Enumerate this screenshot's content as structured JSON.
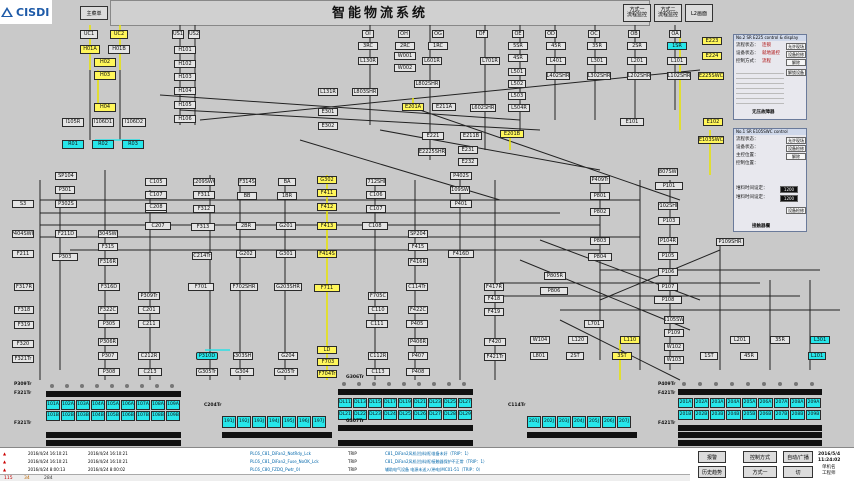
{
  "header": {
    "logo": "CISDI",
    "menu_button": "主菜单",
    "title": "智能物流系统",
    "flow1_l1": "方式一",
    "flow1_l2": "流程监控",
    "flow2_l1": "方式二",
    "flow2_l2": "流程监控",
    "l2": "L2画面"
  },
  "boxes": [
    "UC1",
    "UC2",
    "H01A",
    "H01B",
    "H02",
    "H03",
    "H04",
    "I105R",
    "I106D1",
    "I106D2",
    "R01",
    "R02",
    "R03",
    "US1",
    "US2",
    "H101",
    "H102",
    "H103",
    "H104",
    "H105",
    "H106",
    "OI",
    "OH",
    "OG",
    "OF",
    "OE",
    "3RC",
    "2RC",
    "1RC",
    "5SR",
    "4SR",
    "L130R",
    "L601R",
    "L701R",
    "L501",
    "L502",
    "L503",
    "L504R",
    "L131R",
    "L803SHR",
    "L802SHR",
    "L602SHR",
    "E301",
    "E302",
    "E201A",
    "E211A",
    "E201B",
    "E221",
    "E211B",
    "E2225SHR",
    "E231",
    "E232",
    "W001",
    "W002",
    "45R",
    "35R",
    "2SR",
    "1SR",
    "OD",
    "OC",
    "OB",
    "OA",
    "L401",
    "L402SHR",
    "L301",
    "L302SHR",
    "L201",
    "L202SHR",
    "L101",
    "L102SHR",
    "E101",
    "E102",
    "E103SWC",
    "E223",
    "E224",
    "E225SWC",
    "S3",
    "SP104",
    "P301",
    "P302S",
    "C105",
    "C107",
    "C206",
    "C207",
    "C208",
    "C209SWC",
    "F311",
    "F312",
    "F313",
    "F314S",
    "BA",
    "BB",
    "1BR",
    "2BR",
    "G201",
    "G202",
    "G301",
    "G302",
    "F411",
    "F412",
    "F413",
    "F414S",
    "F711",
    "F712SHR",
    "C106",
    "C107",
    "C108",
    "C109SWC",
    "P401",
    "P402S",
    "SP204",
    "F415",
    "F416R",
    "F416D",
    "P404SWC",
    "F211",
    "F211D",
    "P303",
    "P304SWC",
    "F315",
    "F316R",
    "F316D",
    "F317R",
    "F318",
    "F319",
    "F320",
    "F321Tr",
    "F322C",
    "P305",
    "P306R",
    "P307",
    "P308",
    "P309Tr",
    "C201",
    "C211",
    "C212R",
    "C213",
    "C214Tr",
    "F701",
    "F702SHR",
    "G203SHR",
    "G303SHR",
    "G204",
    "G304",
    "G205Tr",
    "G305Tr",
    "P310D",
    "LD",
    "F703",
    "F704Tr",
    "F705C",
    "C110",
    "C111",
    "C112R",
    "C113",
    "C114Tr",
    "F417R",
    "F418",
    "F419",
    "F420",
    "F421Tr",
    "F422C",
    "P405",
    "P406R",
    "P407",
    "P408",
    "P409Tr",
    "P801",
    "P802",
    "P803",
    "P804",
    "P805R",
    "P806",
    "P807SWC",
    "P101",
    "P102SHR",
    "P103",
    "P104R",
    "P105",
    "P106",
    "P107",
    "P108",
    "P109SHR",
    "P1105SWC",
    "P109",
    "W102",
    "W103",
    "W104",
    "L120",
    "L110",
    "L701",
    "L801",
    "2ST",
    "3ST",
    "1ST",
    "45R",
    "35R",
    "L201",
    "L301",
    "L101",
    "1SR"
  ],
  "panel1": {
    "title": "No.2 SR E225 control & display",
    "rows": [
      "流程状态：",
      "设备状态：",
      "控制方式："
    ],
    "vals": [
      "连锁",
      "就地遥控",
      "流程"
    ],
    "side": [
      "允许现场",
      "设备检修",
      "解除",
      "解锁设备"
    ],
    "footer": "无压故障器"
  },
  "panel2": {
    "title": "No.1 SR E105SWC control",
    "rows": [
      "流程状态：",
      "设备状态：",
      "主控位置：",
      "控制位置："
    ],
    "set1": "堆料时间设定：",
    "v1": "1200",
    "set2": "堆料时间设定：",
    "v2": "1200",
    "side": [
      "允许现场",
      "设备检修",
      "解除",
      "设备检修"
    ],
    "footer": "接触器欄"
  },
  "bins": {
    "left_top": [
      "101A",
      "102A",
      "103A",
      "104A",
      "105A",
      "106A",
      "107A",
      "108A",
      "109A"
    ],
    "left_bot": [
      "101B",
      "102B",
      "103B",
      "104B",
      "105B",
      "106B",
      "107B",
      "108B",
      "109B"
    ],
    "mid": [
      "191J",
      "192J",
      "193J",
      "194J",
      "195J",
      "196J",
      "197J"
    ],
    "dl_top": [
      "DL11",
      "DL13",
      "DL15",
      "DL17",
      "DL19",
      "DL21",
      "DL23",
      "DL25",
      "DL27"
    ],
    "dl_bot": [
      "DL21",
      "DL22",
      "DL23",
      "DL24",
      "DL25",
      "DL26",
      "DL27",
      "DL28",
      "DL29"
    ],
    "right_mid": [
      "201J",
      "202J",
      "203J",
      "204J",
      "205J",
      "206J",
      "207J"
    ],
    "right_top": [
      "201A",
      "202A",
      "203A",
      "204A",
      "205A",
      "206A",
      "207A",
      "208A",
      "209A"
    ],
    "right_bot": [
      "201B",
      "202B",
      "203B",
      "204B",
      "205B",
      "206B",
      "207B",
      "208B",
      "209B"
    ]
  },
  "rail_labels": [
    "P309Tr",
    "F321Tr",
    "F321Tr",
    "C204Tr",
    "G306Tr",
    "F704Tr",
    "G307Tr",
    "F704Tr",
    "C114Tr",
    "P409Tr",
    "F421Tr",
    "F421Tr"
  ],
  "alarms": [
    {
      "date": "2016/4/24 16:10:21",
      "date2": "2016/4/24 16:10:21",
      "tag": "PLC6_C81_DiFan2_NotRdy_Lck",
      "type": "TRIP",
      "msg": "C81_DiFan2风机(拉料线)准备未好（TRIP：1）"
    },
    {
      "date": "2016/4/24 16:10:21",
      "date2": "2016/4/24 16:10:21",
      "tag": "PLC6_C81_DiFan2_Fuse_NoOK_Lck",
      "type": "TRIP",
      "msg": "C81_DiFan2风机(拉料线)接触器保护不正常（TRIP：1）"
    },
    {
      "date": "2016/4/24 8:00:13",
      "date2": "2016/4/24 8:00:02",
      "tag": "PLC6_C80_FZDQ_Pwtr_0I",
      "type": "TRIP",
      "msg": "辅助电气设备 电源未送入(带电)MC01-51（TRIP：0）"
    }
  ],
  "alarm_counts": [
    "115",
    "34",
    "284"
  ],
  "buttons": {
    "alarm": "报警",
    "ctrl": "控制方式",
    "auto": "自动/广播",
    "switch": "切",
    "history": "历史趋势",
    "mode1": "方式一"
  },
  "clock": {
    "date": "2016/5/4",
    "time": "11:24:02",
    "user": "单机名",
    "role": "工程师"
  }
}
